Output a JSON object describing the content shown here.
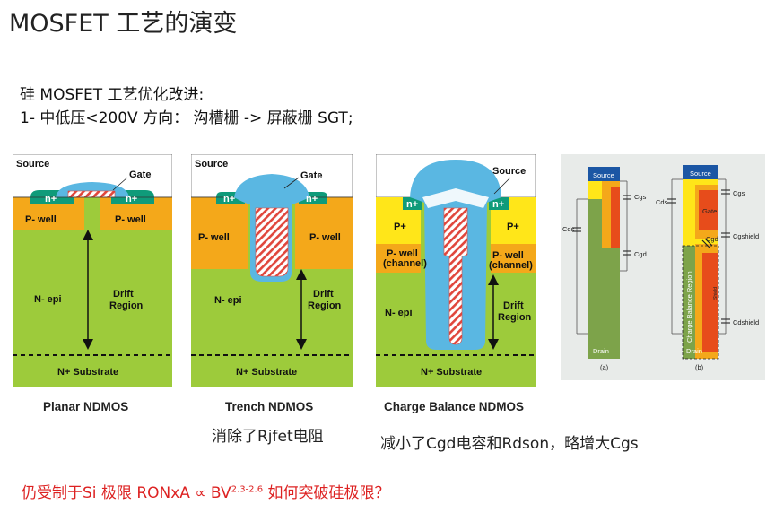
{
  "title": "MOSFET 工艺的演变",
  "intro": "硅 MOSFET 工艺优化改进:",
  "item1": "1-  中低压<200V 方向：  沟槽栅 -> 屏蔽栅 SGT;",
  "diagrams": {
    "planar": {
      "caption": "Planar NDMOS",
      "source": "Source",
      "gate": "Gate",
      "np_left": "n+",
      "np_right": "n+",
      "pwell_left": "P- well",
      "pwell_right": "P- well",
      "nepi": "N- epi",
      "drift1": "Drift",
      "drift2": "Region",
      "substrate": "N+ Substrate"
    },
    "trench": {
      "caption": "Trench NDMOS",
      "source": "Source",
      "gate": "Gate",
      "np_left": "n+",
      "np_right": "n+",
      "pwell_left": "P- well",
      "pwell_right": "P- well",
      "nepi": "N- epi",
      "drift1": "Drift",
      "drift2": "Region",
      "substrate": "N+ Substrate"
    },
    "charge": {
      "caption": "Charge Balance NDMOS",
      "source": "Source",
      "np_left": "n+",
      "np_right": "n+",
      "pp_left": "P+",
      "pp_right": "P+",
      "pwell_left1": "P- well",
      "pwell_left2": "(channel)",
      "pwell_right1": "P- well",
      "pwell_right2": "(channel)",
      "nepi": "N- epi",
      "drift1": "Drift",
      "drift2": "Region",
      "substrate": "N+ Substrate"
    },
    "cross": {
      "left": {
        "source": "Source",
        "cgs": "Cgs",
        "cds": "Cds",
        "cgd": "Cgd",
        "drain": "Drain",
        "sub": "(a)"
      },
      "right": {
        "source": "Source",
        "gate": "Gate",
        "cgs": "Cgs",
        "cds": "Cds",
        "cgd": "Cgd",
        "cgshield_top": "Cgshield",
        "cgshield_bot": "Cdshield",
        "shield": "Shield",
        "region": "Charge Balance Region",
        "drain": "Drain",
        "sub": "(b)"
      }
    }
  },
  "note_trench": "消除了Rjfet电阻",
  "note_charge": "减小了Cgd电容和Rdson，略增大Cgs",
  "bottom": {
    "prefix": "仍受制于Si 极限 RONxA ∝ BV",
    "sup": "2.3-2.6",
    "suffix": "  如何突破硅极限？"
  },
  "colors": {
    "green": "#9dcb3b",
    "orange": "#f4a81a",
    "yellow": "#ffe619",
    "blue": "#5ab7e2",
    "teal": "#0f9b7a",
    "hatch": "#e0463c",
    "red_text": "#d22222"
  }
}
